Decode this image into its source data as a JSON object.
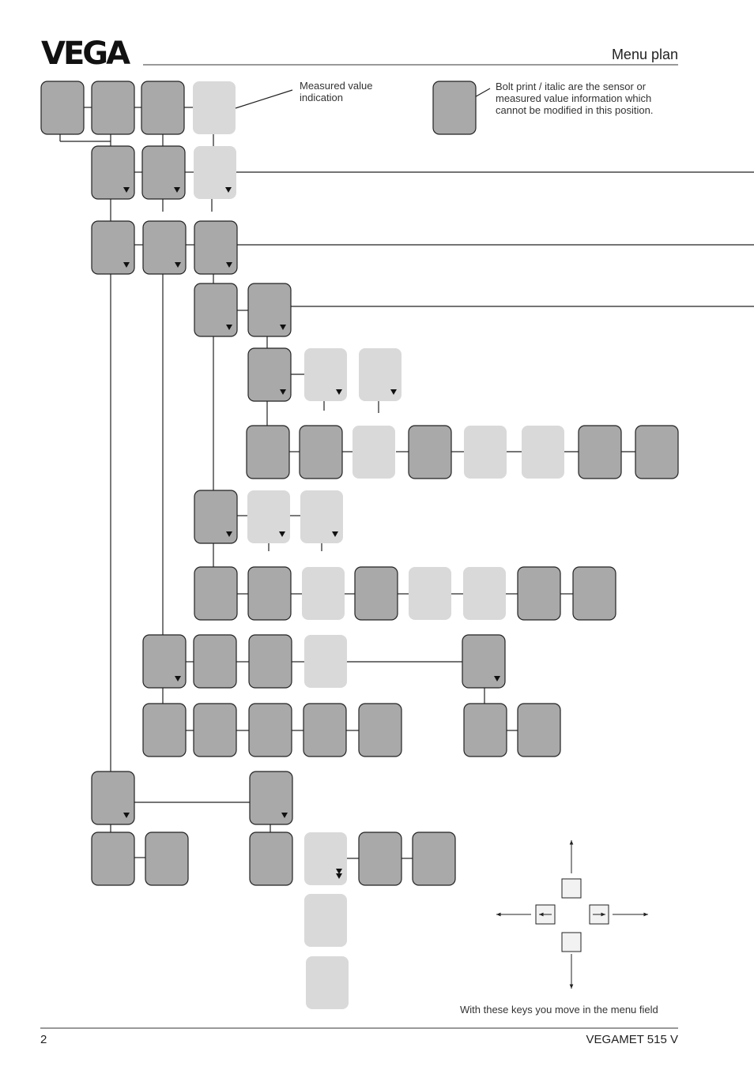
{
  "header": {
    "logo": "VEGA",
    "title": "Menu plan"
  },
  "notes": {
    "measured_value": "Measured value\nindication",
    "legend": "Bolt print / italic are the sensor or\nmeasured value information which\ncannot  be modified in this position."
  },
  "keys_caption": "With these keys you move in the menu field",
  "footer": {
    "page_number": "2",
    "product": "VEGAMET 515 V"
  },
  "colors": {
    "box_dark": "#a9a9a9",
    "box_light": "#d9d9d9",
    "line": "#222222",
    "key_fill": "#f2f2f2"
  }
}
